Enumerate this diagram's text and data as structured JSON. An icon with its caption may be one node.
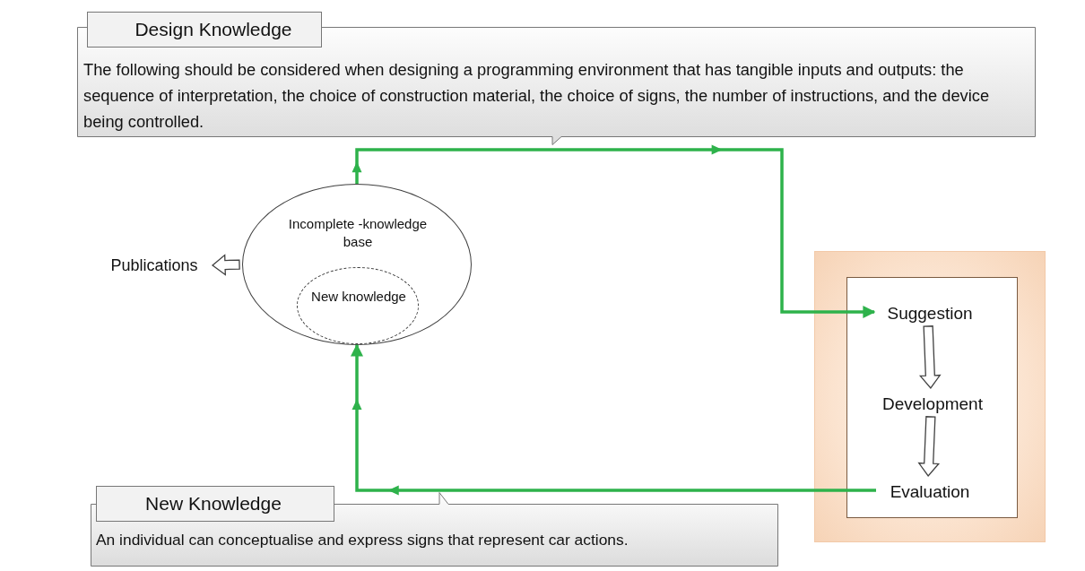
{
  "diagram": {
    "nodes": [
      {
        "text": [
          "Design Knowledge",
          "The following should be considered when designing a programming environment that has tangible inputs and outputs: the sequence of interpretation, the choice of construction material, the choice of signs, the number of instructions, and the device being controlled."
        ]
      },
      {
        "text": [
          "Incomplete -knowledge base"
        ]
      },
      {
        "text": [
          "New knowledge"
        ],
        "in": 1
      },
      {
        "text": [
          "Publications"
        ]
      },
      {
        "text": [],
        "shape": "box"
      },
      {
        "text": [],
        "shape": "box",
        "in": 4
      },
      {
        "text": [
          "Suggestion"
        ],
        "in": 5
      },
      {
        "text": [
          "Development"
        ],
        "in": 5
      },
      {
        "text": [
          "Evaluation"
        ],
        "in": 5
      },
      {
        "text": [
          "New Knowledge",
          "An individual can conceptualise and express signs that represent car actions."
        ]
      }
    ],
    "edges": [
      {
        "from": 1,
        "to": 6,
        "arrow": "to",
        "color": "#2eb24b"
      },
      {
        "from": 8,
        "to": 1,
        "arrow": "to",
        "color": "#2eb24b"
      },
      {
        "from": 1,
        "to": 3,
        "arrow": "to"
      },
      {
        "from": 6,
        "to": 7,
        "arrow": "to"
      },
      {
        "from": 7,
        "to": 8,
        "arrow": "to"
      }
    ]
  }
}
